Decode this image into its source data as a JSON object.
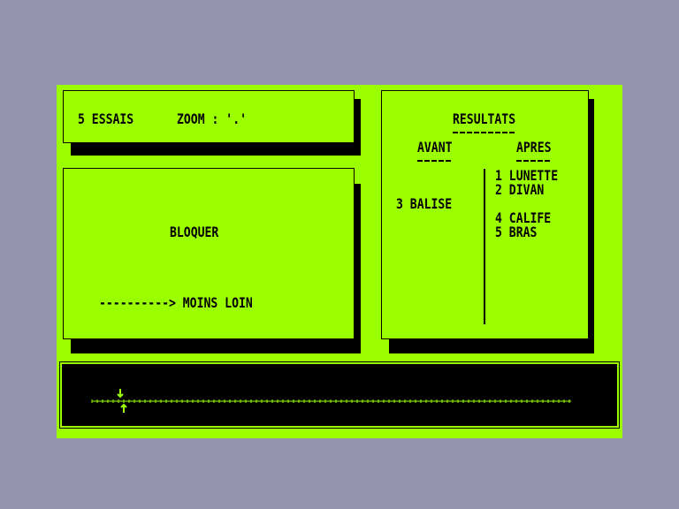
{
  "info": {
    "essais": "5 ESSAIS",
    "zoom": "ZOOM : '.'"
  },
  "hint": {
    "word": "BLOQUER",
    "direction": "----------> MOINS LOIN"
  },
  "results": {
    "title": "RESULTATS",
    "avant_header": "AVANT",
    "apres_header": "APRES",
    "avant_items": [
      "3 BALISE"
    ],
    "apres_items": [
      "1 LUNETTE",
      "2 DIVAN",
      "4 CALIFE",
      "5 BRAS"
    ]
  },
  "colors": {
    "background": "#9494ae",
    "screen": "#9cff00",
    "ink": "#000000"
  }
}
